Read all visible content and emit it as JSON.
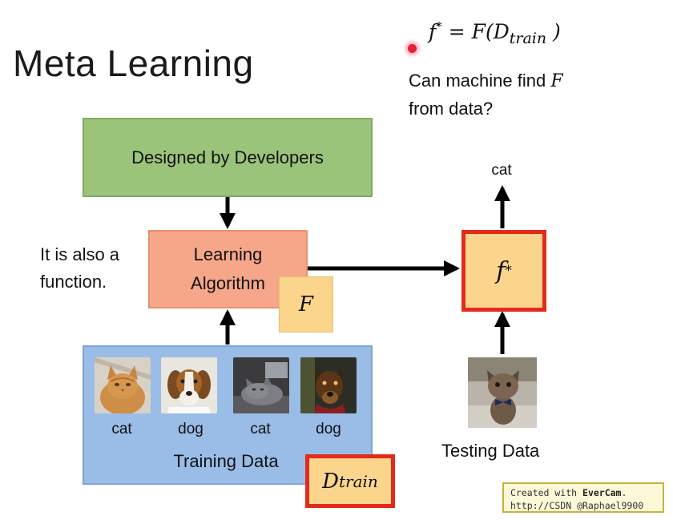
{
  "slide": {
    "title": "Meta Learning",
    "formula": {
      "lhs": "f",
      "sup": "*",
      "eq": " = F(D",
      "sub": "train",
      "close": " )"
    },
    "question_prefix": "Can machine find ",
    "question_var": "F",
    "question_line2": "from data?"
  },
  "diagram": {
    "developers_box": "Designed by Developers",
    "algorithm_line1": "Learning",
    "algorithm_line2": "Algorithm",
    "algorithm_var": "F",
    "side_note_line1": "It is also a",
    "side_note_line2": "function.",
    "training": {
      "images": [
        {
          "label": "cat",
          "icon": "cat-photo"
        },
        {
          "label": "dog",
          "icon": "dog-photo"
        },
        {
          "label": "cat",
          "icon": "cat-photo"
        },
        {
          "label": "dog",
          "icon": "dog-photo"
        }
      ],
      "title": "Training Data",
      "var_main": "D",
      "var_sub": "train"
    },
    "output_var": "f",
    "output_sup": "*",
    "output_label": "cat",
    "testing_label": "Testing Data"
  },
  "watermark": {
    "line1_prefix": "Created with ",
    "line1_brand": "EverCam",
    "line1_suffix": ".",
    "line2": "http://CSDN @Raphael9900"
  },
  "colors": {
    "developers_fill": "#9bc47b",
    "algorithm_fill": "#f6a78a",
    "variable_fill": "#fcd58c",
    "training_fill": "#99bde6",
    "highlight_border": "#e32a1c",
    "laser_dot": "#e0233b"
  }
}
